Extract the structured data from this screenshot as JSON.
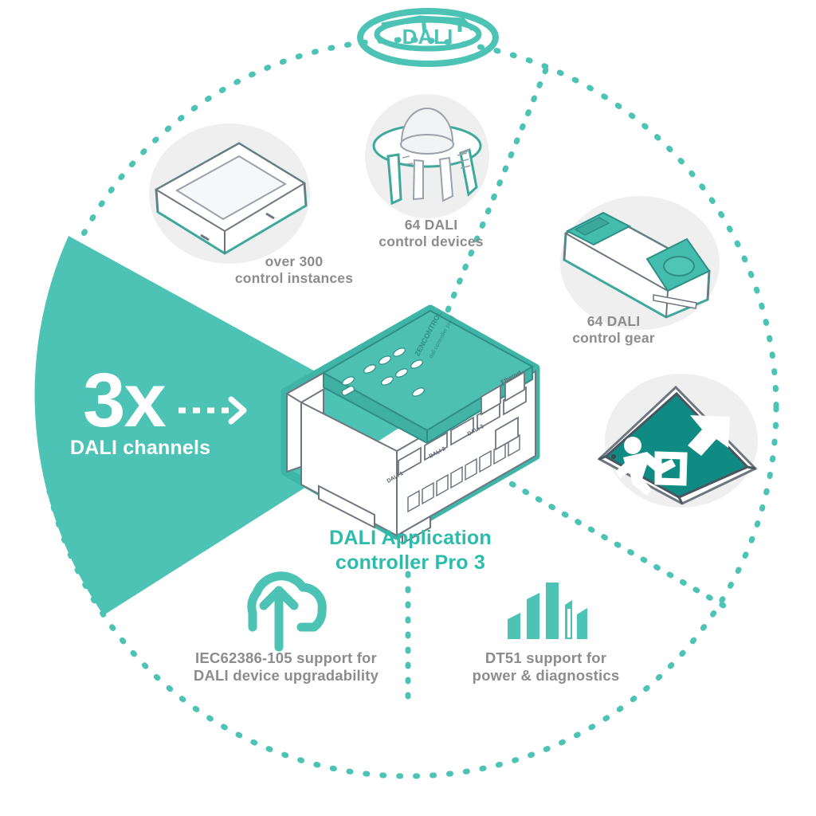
{
  "infographic": {
    "title": "DALI Application\ncontroller Pro 3",
    "brand_logo_text": "DALI",
    "accent_color": "#4CC3B5",
    "accent_dark_color": "#2bbcab",
    "label_gray": "#8c8c8c",
    "exit_sign_color": "#0f8b83",
    "wedge": {
      "value": "3x",
      "label": "DALI channels",
      "arrow": "dashed-arrow-right"
    },
    "nodes": [
      {
        "id": "control-instances",
        "icon": "touch-panel-icon",
        "label": "over 300\ncontrol instances"
      },
      {
        "id": "control-devices",
        "icon": "ceiling-sensor-icon",
        "label": "64 DALI\ncontrol devices"
      },
      {
        "id": "control-gear",
        "icon": "led-driver-icon",
        "label": "64 DALI\ncontrol gear"
      },
      {
        "id": "emergency-lighting",
        "icon": "emergency-exit-sign-icon",
        "label": ""
      },
      {
        "id": "upgradability",
        "icon": "cloud-upload-icon",
        "label": "IEC62386-105 support for\nDALI device upgradability"
      },
      {
        "id": "diagnostics",
        "icon": "bar-chart-icon",
        "label": "DT51 support for\npower & diagnostics"
      }
    ],
    "center_device": {
      "icon": "din-rail-controller-icon",
      "printed_brand": "ZENCONTROL",
      "printed_model": "dali controller pro 3"
    }
  }
}
